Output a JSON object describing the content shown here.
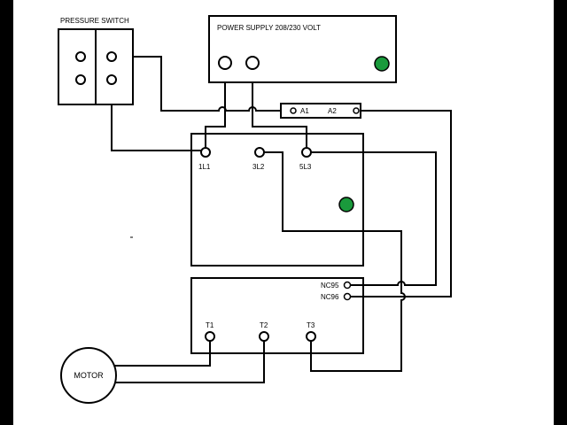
{
  "components": {
    "pressure_switch": {
      "label": "PRESSURE SWITCH"
    },
    "power_supply": {
      "label": "POWER SUPPLY 208/230 VOLT",
      "indicator_color": "#1a9a3c"
    },
    "coil": {
      "a1": "A1",
      "a2": "A2"
    },
    "contactor": {
      "terminals": [
        "1L1",
        "3L2",
        "5L3"
      ],
      "indicator_color": "#1a9a3c"
    },
    "overload": {
      "aux": [
        "NC95",
        "NC96"
      ],
      "outputs": [
        "T1",
        "T2",
        "T3"
      ]
    },
    "motor": {
      "label": "MOTOR"
    }
  },
  "colors": {
    "line": "#000000",
    "background": "#ffffff",
    "side_bars": "#000000"
  }
}
